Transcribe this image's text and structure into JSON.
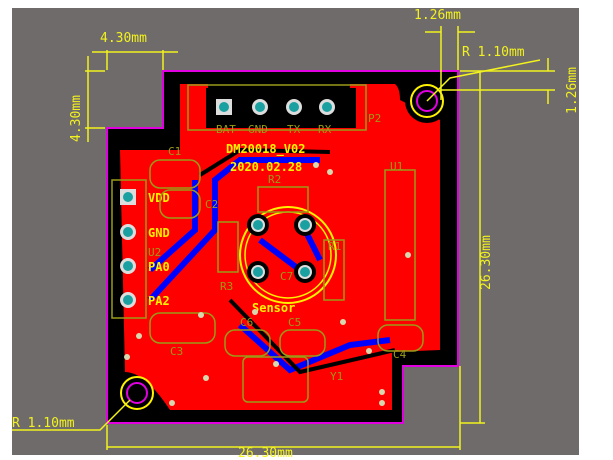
{
  "colors": {
    "background": "#6f6b6b",
    "board_copper": "#ff0000",
    "bottom_copper": "#0000ff",
    "clearance": "#000000",
    "outline": "#e000e0",
    "dimension": "#f2f21e",
    "overlay": "#9a9a18",
    "pad": "#1aa0a0"
  },
  "board": {
    "name": "DM20018_V02",
    "date": "2020.02.28"
  },
  "dimensions": {
    "notch_width": "4.30mm",
    "notch_height": "4.30mm",
    "hole_offset_x": "1.26mm",
    "hole_offset_y": "1.26mm",
    "hole_radius_top": "R 1.10mm",
    "hole_radius_bottom": "R 1.10mm",
    "board_width": "26.30mm",
    "board_height": "26.30mm"
  },
  "connector_p2": {
    "designator": "P2",
    "pins": [
      "BAT",
      "GND",
      "TX",
      "RX"
    ]
  },
  "connector_u2": {
    "designator": "U2",
    "pins": [
      "VDD",
      "GND",
      "PA0",
      "PA2"
    ]
  },
  "components": {
    "c1": "C1",
    "c2": "C2",
    "c3": "C3",
    "c4": "C4",
    "c5": "C5",
    "c6": "C6",
    "c7": "C7",
    "r1": "R1",
    "r2": "R2",
    "r3": "R3",
    "u1": "U1",
    "y1": "Y1",
    "sensor": "Sensor"
  }
}
